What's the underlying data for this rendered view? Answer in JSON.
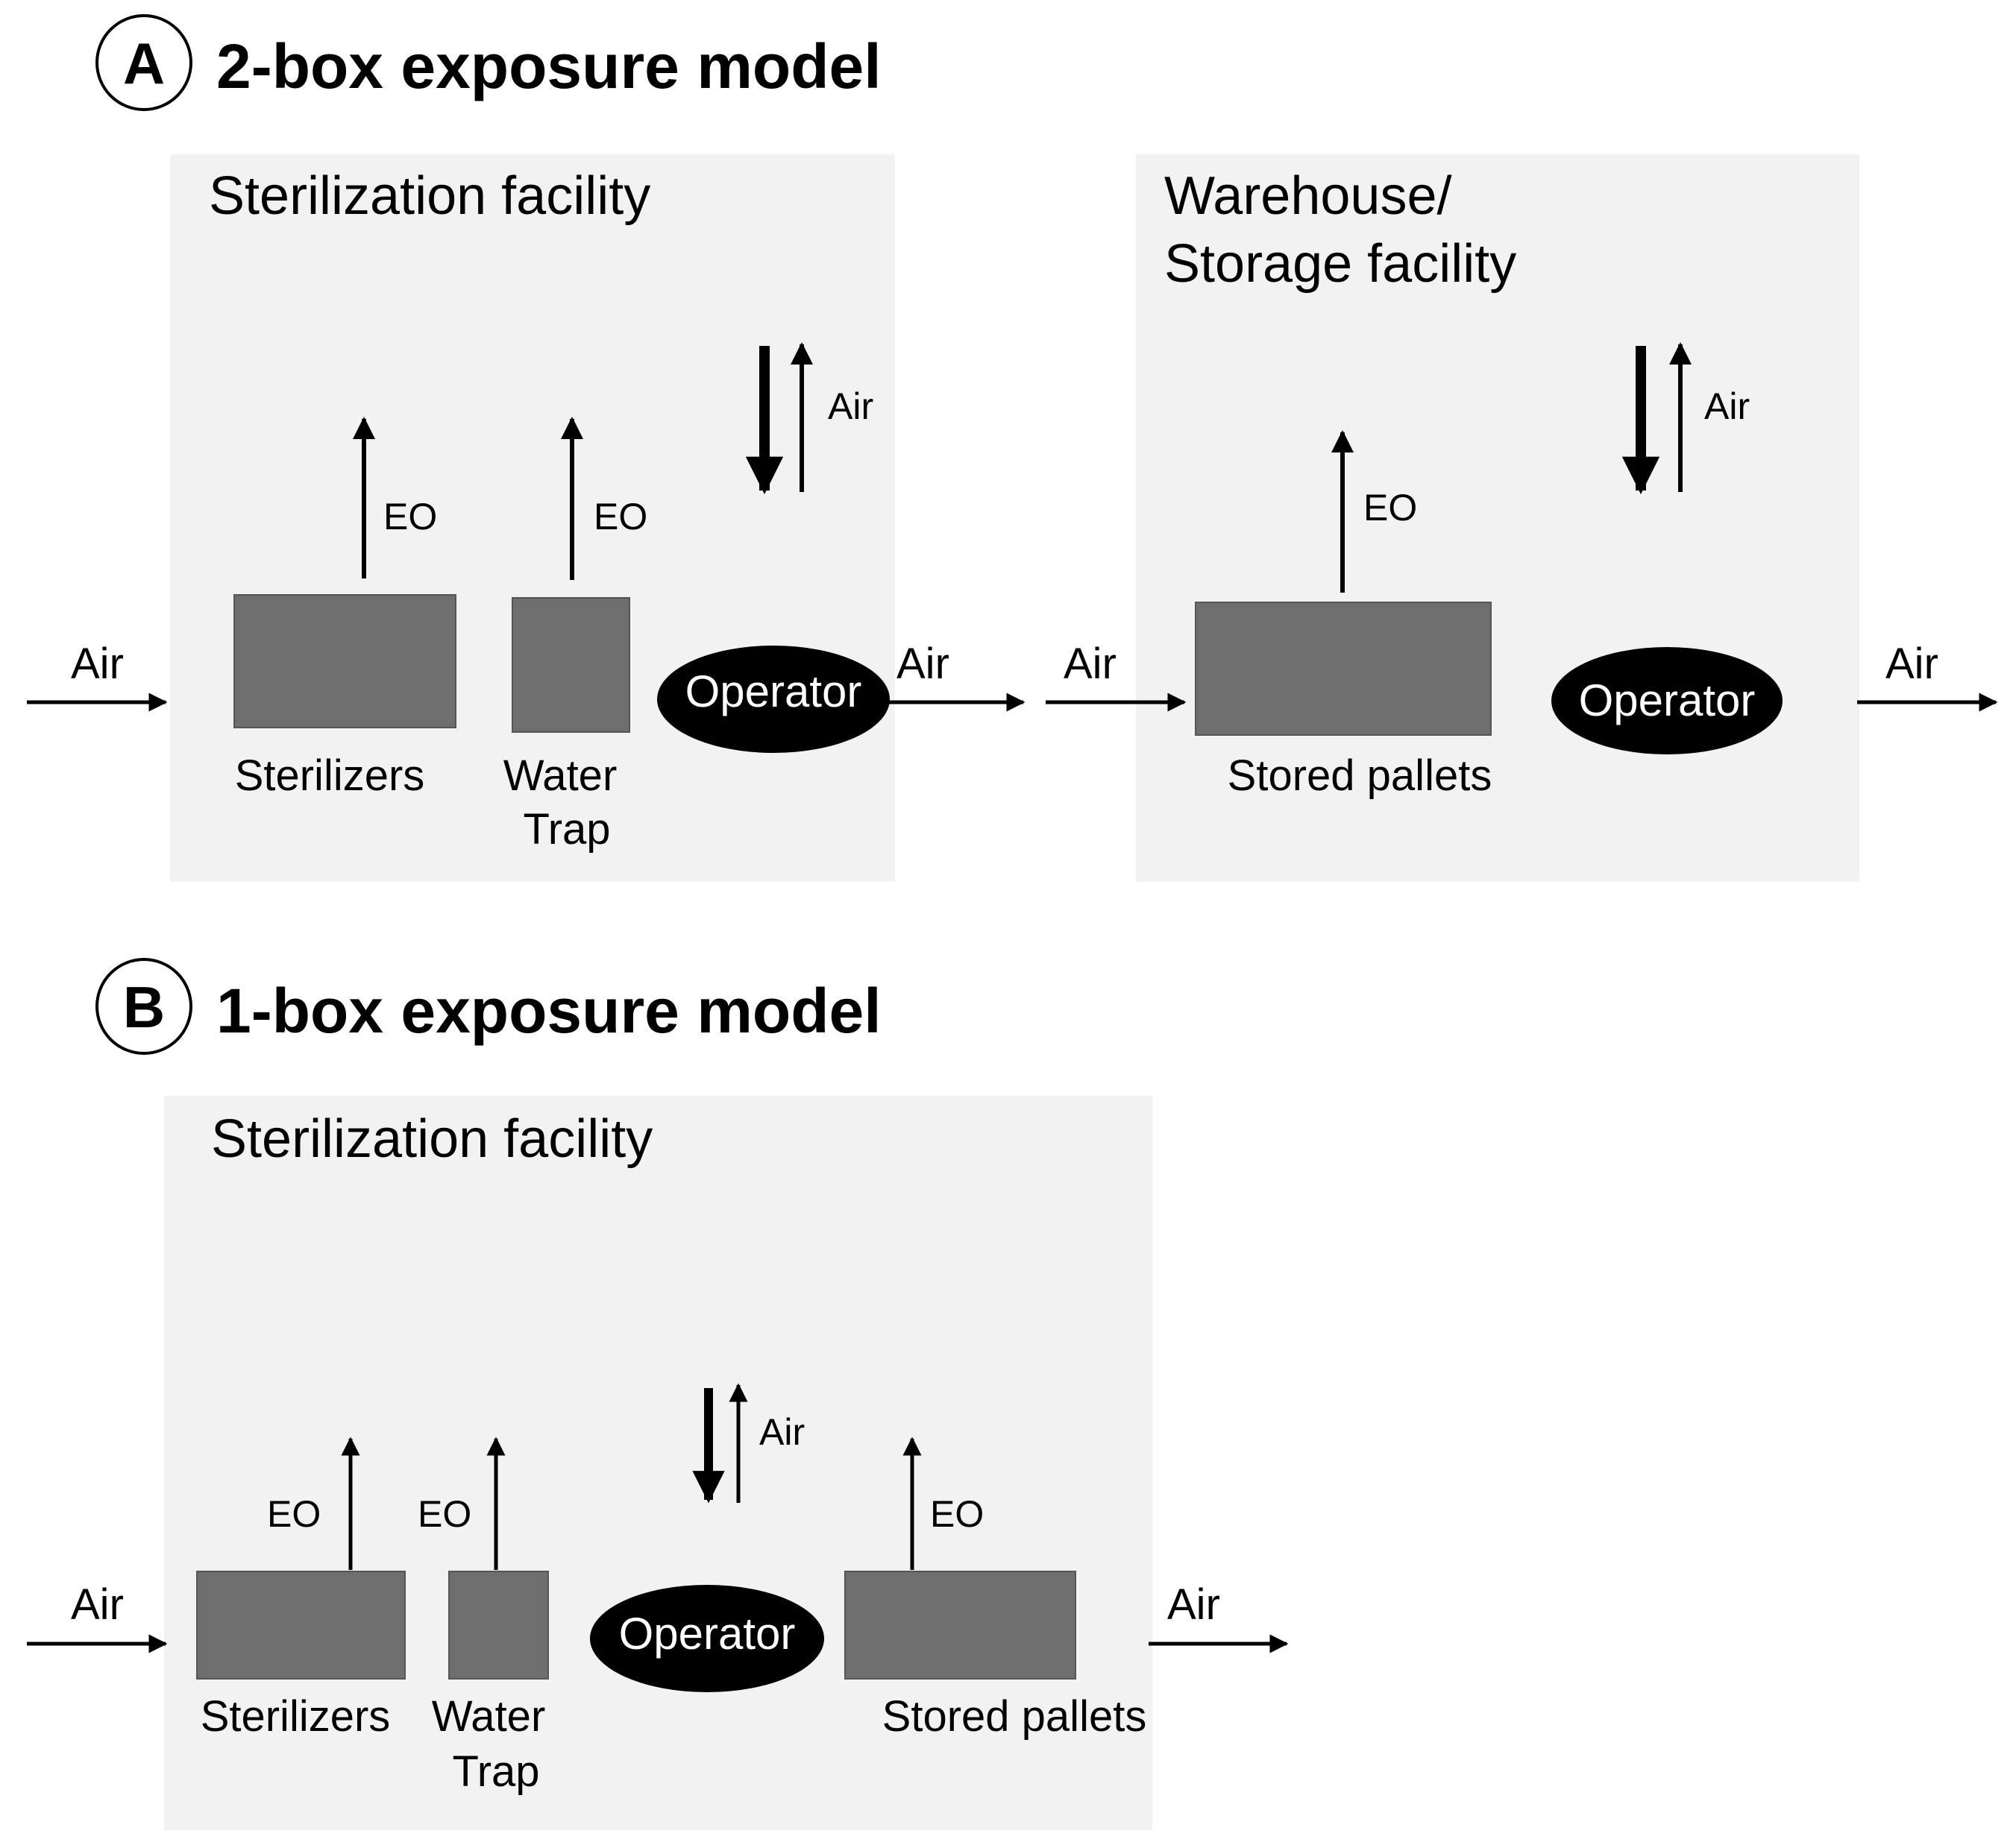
{
  "panel_a": {
    "letter": "A",
    "title": "2-box exposure model",
    "sterilization": {
      "title": "Sterilization facility",
      "sterilizers": "Sterilizers",
      "water_line1": "Water",
      "water_line2": "Trap",
      "eo1": "EO",
      "eo2": "EO",
      "air_exchange": "Air",
      "operator": "Operator"
    },
    "warehouse": {
      "title_line1": "Warehouse/",
      "title_line2": "Storage facility",
      "pallets": "Stored pallets",
      "eo": "EO",
      "air_exchange": "Air",
      "operator": "Operator"
    },
    "air_in": "Air",
    "air_mid_out": "Air",
    "air_mid_in": "Air",
    "air_out": "Air"
  },
  "panel_b": {
    "letter": "B",
    "title": "1-box exposure model",
    "sterilization": {
      "title": "Sterilization facility",
      "sterilizers": "Sterilizers",
      "water_line1": "Water",
      "water_line2": "Trap",
      "pallets": "Stored pallets",
      "eo1": "EO",
      "eo2": "EO",
      "eo3": "EO",
      "air_exchange": "Air",
      "operator": "Operator"
    },
    "air_in": "Air",
    "air_out": "Air"
  }
}
